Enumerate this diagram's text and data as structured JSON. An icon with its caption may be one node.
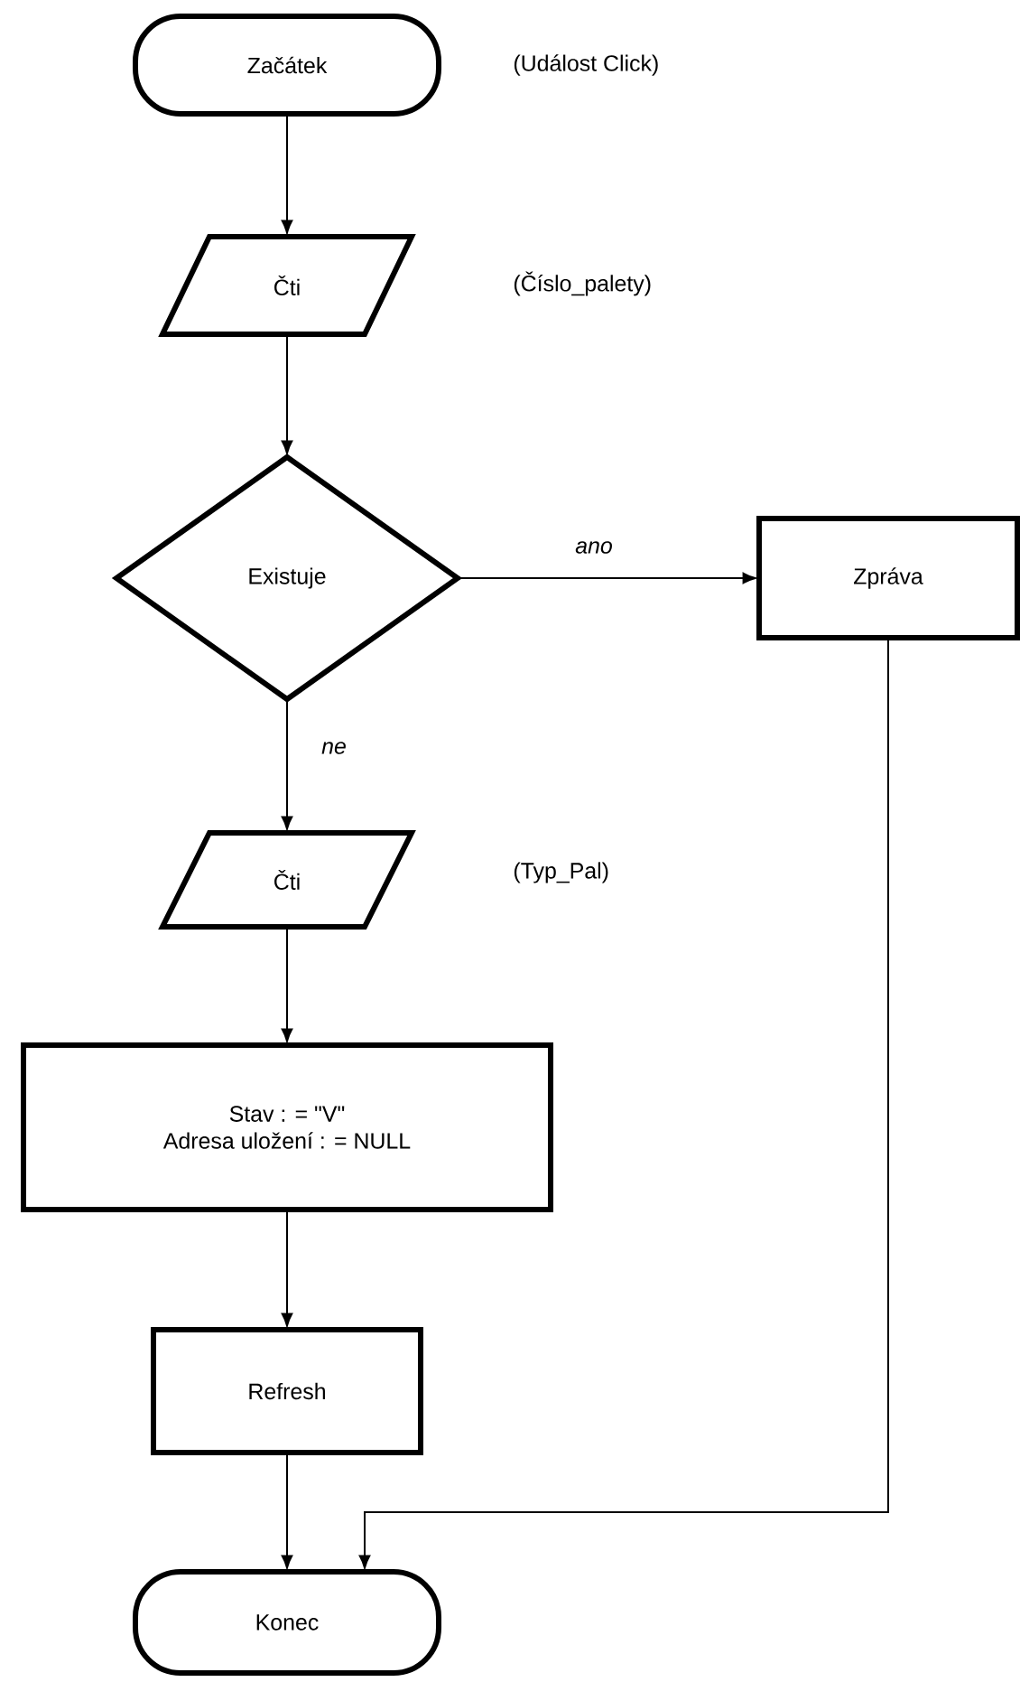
{
  "diagram": {
    "nodes": [
      {
        "text": [
          "Začátek"
        ]
      },
      {
        "text": [
          "Čti"
        ]
      },
      {
        "text": [
          "Existuje"
        ]
      },
      {
        "text": [
          "Zpráva"
        ]
      },
      {
        "text": [
          "Čti"
        ]
      },
      {
        "text": [
          "Stav : = \"V\"",
          "Adresa uložení : = NULL"
        ]
      },
      {
        "text": [
          "Refresh"
        ]
      },
      {
        "text": [
          "Konec"
        ]
      }
    ],
    "edges": [
      {
        "from": 0,
        "to": 1,
        "arrow": "to"
      },
      {
        "from": 1,
        "to": 2,
        "arrow": "to"
      },
      {
        "from": 2,
        "to": 3,
        "arrow": "to",
        "label": "ano"
      },
      {
        "from": 2,
        "to": 4,
        "arrow": "to",
        "label": "ne"
      },
      {
        "from": 4,
        "to": 5,
        "arrow": "to"
      },
      {
        "from": 5,
        "to": 6,
        "arrow": "to"
      },
      {
        "from": 6,
        "to": 7,
        "arrow": "to"
      },
      {
        "from": 3,
        "to": 7,
        "arrow": "to"
      }
    ],
    "labels": [
      "(Událost Click)",
      "(Číslo_palety)",
      "(Typ_Pal)"
    ]
  }
}
